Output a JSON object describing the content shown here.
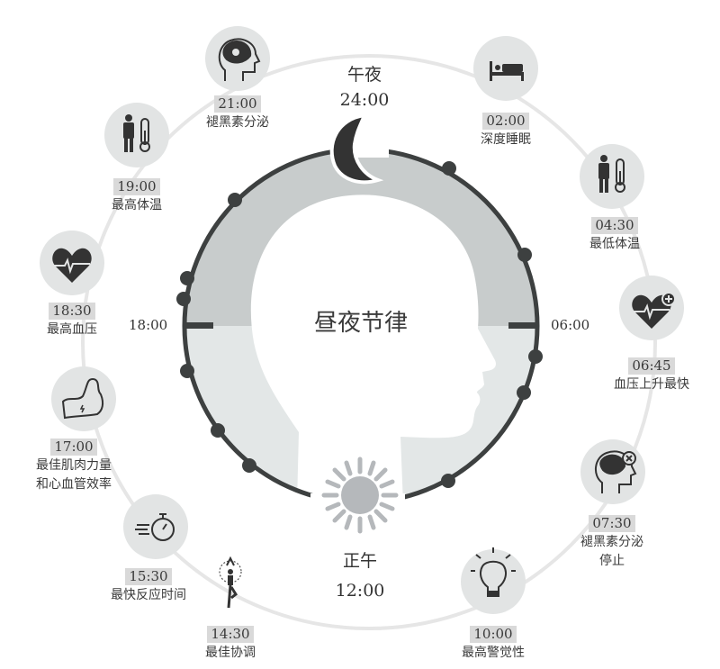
{
  "title": "昼夜节律",
  "midnight": {
    "label": "午夜",
    "time": "24:00"
  },
  "noon": {
    "label": "正午",
    "time": "12:00"
  },
  "axis": {
    "left": "18:00",
    "right": "06:00"
  },
  "colors": {
    "ring": "#3d4040",
    "night_fill": "#c8cccc",
    "day_fill": "#e3e7e7",
    "icon_circle": "#e2e4e4",
    "icon": "#333333",
    "orbit": "#e6e6e6",
    "sun": "#b5b8bb",
    "time_badge": "#d9d9d9"
  },
  "events": [
    {
      "time": "21:00",
      "desc": "褪黑素分泌",
      "icon": "brain-moon-icon"
    },
    {
      "time": "02:00",
      "desc": "深度睡眠",
      "icon": "bed-icon"
    },
    {
      "time": "04:30",
      "desc": "最低体温",
      "icon": "person-thermometer-icon"
    },
    {
      "time": "06:45",
      "desc": "血压上升最快",
      "icon": "heart-plus-icon"
    },
    {
      "time": "07:30",
      "desc": "褪黑素分泌",
      "desc2": "停止",
      "icon": "brain-moon-x-icon"
    },
    {
      "time": "10:00",
      "desc": "最高警觉性",
      "icon": "lightbulb-icon"
    },
    {
      "time": "14:30",
      "desc": "最佳协调",
      "icon": "yoga-pose-icon"
    },
    {
      "time": "15:30",
      "desc": "最快反应时间",
      "icon": "stopwatch-icon"
    },
    {
      "time": "17:00",
      "desc": "最佳肌肉力量",
      "desc2": "和心血管效率",
      "icon": "muscle-icon"
    },
    {
      "time": "18:30",
      "desc": "最高血压",
      "icon": "heart-pulse-icon"
    },
    {
      "time": "19:00",
      "desc": "最高体温",
      "icon": "person-thermometer-icon"
    }
  ]
}
